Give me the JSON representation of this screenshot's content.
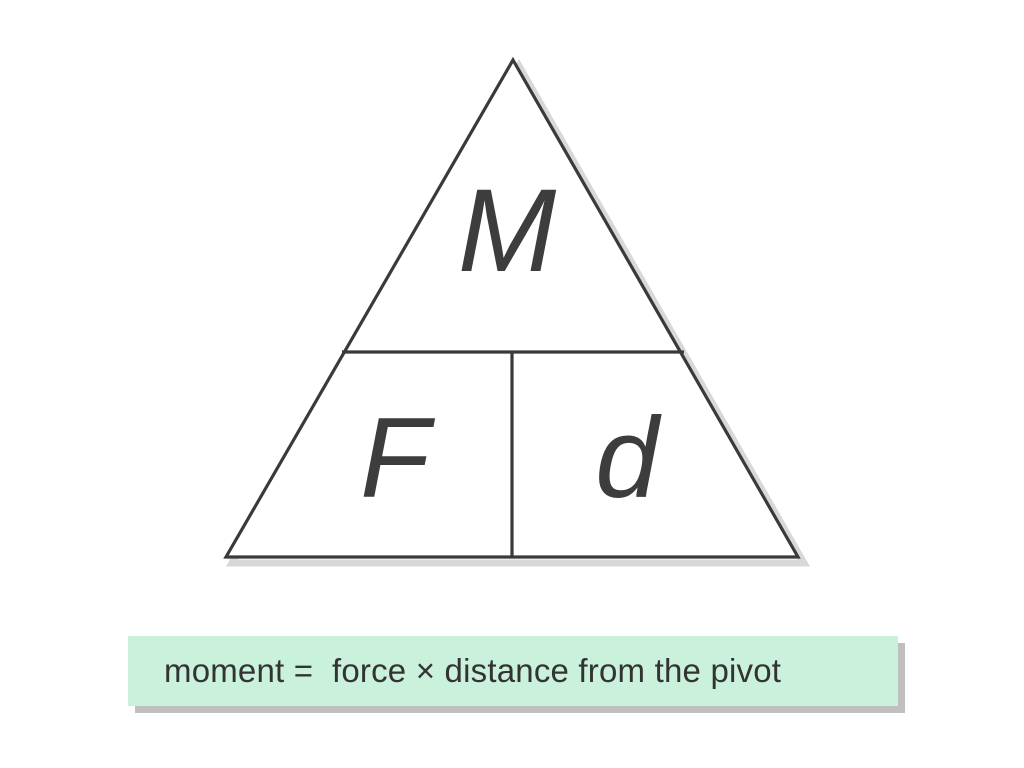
{
  "figure": {
    "type": "formula-triangle",
    "subject": "moment",
    "stroke_color": "#3a3a3a",
    "shadow_color": "#d6d6d6",
    "label_color": "#3d3d3d",
    "background_color": "#ffffff",
    "apex_label": "M",
    "bottom_left_label": "F",
    "bottom_right_label": "d",
    "apex_meaning": "moment",
    "bottom_left_meaning": "force",
    "bottom_right_meaning": "distance from the pivot"
  },
  "caption": {
    "text": "moment =  force × distance from the pivot",
    "background_color": "#c9f1dc",
    "shadow_color": "#c0c0c0",
    "text_color": "#333333"
  }
}
